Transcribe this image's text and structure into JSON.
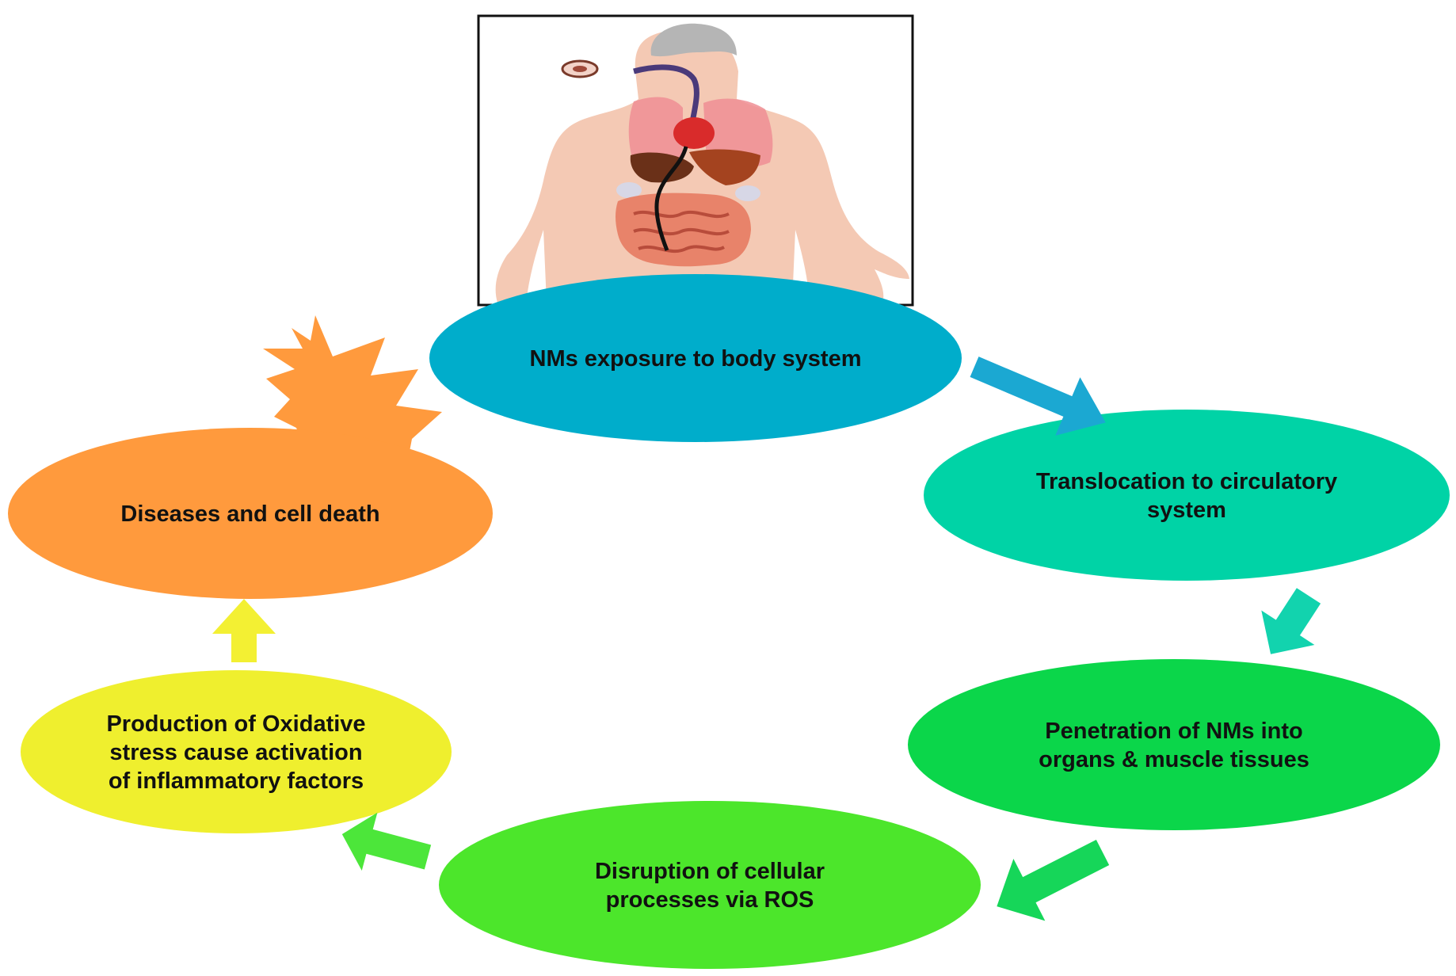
{
  "nodes": {
    "exposure": {
      "lines": [
        "NMs exposure to body system"
      ],
      "color": "#00ADCB"
    },
    "translocation": {
      "lines": [
        "Translocation to circulatory",
        "system"
      ],
      "color": "#00D3A6"
    },
    "penetration": {
      "lines": [
        "Penetration of NMs into",
        "organs & muscle tissues"
      ],
      "color": "#0BD64A"
    },
    "disruption": {
      "lines": [
        "Disruption of cellular",
        "processes via ROS"
      ],
      "color": "#4CE62B"
    },
    "oxidative": {
      "lines": [
        "Production of Oxidative",
        "stress cause activation",
        "of inflammatory factors"
      ],
      "color": "#EFEF2E"
    },
    "diseases": {
      "lines": [
        "Diseases and cell death"
      ],
      "color": "#FF9A3D"
    }
  },
  "arrow_colors": {
    "exposure_to_translocation": "#1BA8D2",
    "translocation_to_penetration": "#12D3AE",
    "penetration_to_disruption": "#16D659",
    "disruption_to_oxidative": "#4CE63A",
    "oxidative_to_diseases": "#F3F033"
  },
  "starburst_color": "#FF9A3D",
  "illustration": {
    "icon": "human-body-organs-icon"
  }
}
